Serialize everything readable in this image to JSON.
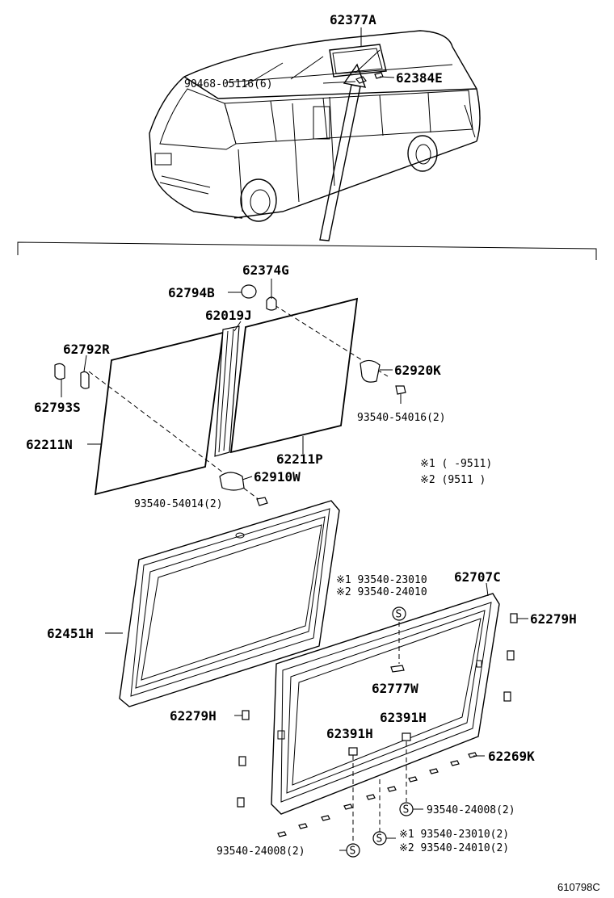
{
  "labels": {
    "p62377A": "62377A",
    "p90468": "90468-05116(6)",
    "p62384E": "62384E",
    "p62374G": "62374G",
    "p62794B": "62794B",
    "p62019J": "62019J",
    "p62792R": "62792R",
    "p62920K": "62920K",
    "p62793S": "62793S",
    "p93540_54016": "93540-54016(2)",
    "p62211N": "62211N",
    "p62211P": "62211P",
    "p62910W": "62910W",
    "p93540_54014": "93540-54014(2)",
    "p62451H": "62451H",
    "p62707C": "62707C",
    "p62279H_top": "62279H",
    "p62777W": "62777W",
    "p62279H_left": "62279H",
    "p62391H_a": "62391H",
    "p62391H_b": "62391H",
    "p62269K": "62269K",
    "p93540_24008_right": "93540-24008(2)",
    "p93540_24008_left": "93540-24008(2)",
    "note1_s": "※1 93540-23010",
    "note2_s": "※2 93540-24010",
    "note1_bottom": "※1  93540-23010(2)",
    "note2_bottom": "※2  93540-24010(2)"
  },
  "legend": {
    "row1": "※1  (       -9511)",
    "row2": "※2  (9511         )"
  },
  "screw_symbol": "S",
  "reference_code": "610798C"
}
